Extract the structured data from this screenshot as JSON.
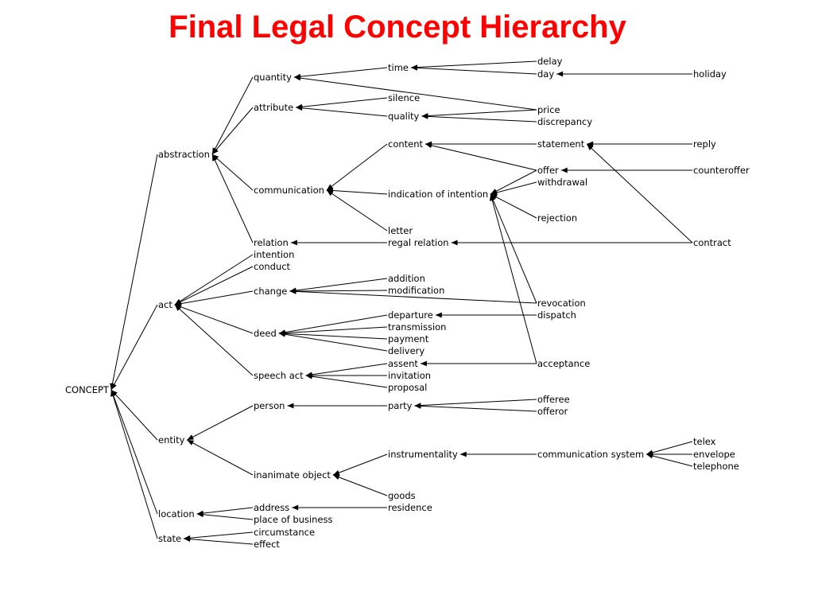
{
  "title": "Final Legal Concept Hierarchy",
  "diagram": {
    "type": "tree",
    "nodes": [
      {
        "id": "CONCEPT",
        "label": "CONCEPT"
      },
      {
        "id": "abstraction",
        "label": "abstraction"
      },
      {
        "id": "act",
        "label": "act"
      },
      {
        "id": "entity",
        "label": "entity"
      },
      {
        "id": "location",
        "label": "location"
      },
      {
        "id": "state",
        "label": "state"
      },
      {
        "id": "quantity",
        "label": "quantity"
      },
      {
        "id": "attribute",
        "label": "attribute"
      },
      {
        "id": "communication",
        "label": "communication"
      },
      {
        "id": "relation",
        "label": "relation"
      },
      {
        "id": "intention",
        "label": "intention"
      },
      {
        "id": "conduct",
        "label": "conduct"
      },
      {
        "id": "change",
        "label": "change"
      },
      {
        "id": "deed",
        "label": "deed"
      },
      {
        "id": "speech_act",
        "label": "speech act"
      },
      {
        "id": "person",
        "label": "person"
      },
      {
        "id": "inanimate_object",
        "label": "inanimate object"
      },
      {
        "id": "address",
        "label": "address"
      },
      {
        "id": "place_of_business",
        "label": "place of business"
      },
      {
        "id": "circumstance",
        "label": "circumstance"
      },
      {
        "id": "effect",
        "label": "effect"
      },
      {
        "id": "time",
        "label": "time"
      },
      {
        "id": "silence",
        "label": "silence"
      },
      {
        "id": "quality",
        "label": "quality"
      },
      {
        "id": "content",
        "label": "content"
      },
      {
        "id": "indication_of_intention",
        "label": "indication of intention"
      },
      {
        "id": "letter",
        "label": "letter"
      },
      {
        "id": "regal_relation",
        "label": "regal relation"
      },
      {
        "id": "addition",
        "label": "addition"
      },
      {
        "id": "modification",
        "label": "modification"
      },
      {
        "id": "departure",
        "label": "departure"
      },
      {
        "id": "transmission",
        "label": "transmission"
      },
      {
        "id": "payment",
        "label": "payment"
      },
      {
        "id": "delivery",
        "label": "delivery"
      },
      {
        "id": "assent",
        "label": "assent"
      },
      {
        "id": "invitation",
        "label": "invitation"
      },
      {
        "id": "proposal",
        "label": "proposal"
      },
      {
        "id": "party",
        "label": "party"
      },
      {
        "id": "instrumentality",
        "label": "instrumentality"
      },
      {
        "id": "goods",
        "label": "goods"
      },
      {
        "id": "residence",
        "label": "residence"
      },
      {
        "id": "delay",
        "label": "delay"
      },
      {
        "id": "day",
        "label": "day"
      },
      {
        "id": "price",
        "label": "price"
      },
      {
        "id": "discrepancy",
        "label": "discrepancy"
      },
      {
        "id": "statement",
        "label": "statement"
      },
      {
        "id": "offer",
        "label": "offer"
      },
      {
        "id": "withdrawal",
        "label": "withdrawal"
      },
      {
        "id": "rejection",
        "label": "rejection"
      },
      {
        "id": "revocation",
        "label": "revocation"
      },
      {
        "id": "dispatch",
        "label": "dispatch"
      },
      {
        "id": "acceptance",
        "label": "acceptance"
      },
      {
        "id": "offeree",
        "label": "offeree"
      },
      {
        "id": "offeror",
        "label": "offeror"
      },
      {
        "id": "communication_system",
        "label": "communication system"
      },
      {
        "id": "holiday",
        "label": "holiday"
      },
      {
        "id": "reply",
        "label": "reply"
      },
      {
        "id": "counteroffer",
        "label": "counteroffer"
      },
      {
        "id": "contract",
        "label": "contract"
      },
      {
        "id": "telex",
        "label": "telex"
      },
      {
        "id": "envelope",
        "label": "envelope"
      },
      {
        "id": "telephone",
        "label": "telephone"
      }
    ],
    "edges": [
      [
        "abstraction",
        "CONCEPT"
      ],
      [
        "act",
        "CONCEPT"
      ],
      [
        "entity",
        "CONCEPT"
      ],
      [
        "location",
        "CONCEPT"
      ],
      [
        "state",
        "CONCEPT"
      ],
      [
        "quantity",
        "abstraction"
      ],
      [
        "attribute",
        "abstraction"
      ],
      [
        "communication",
        "abstraction"
      ],
      [
        "relation",
        "abstraction"
      ],
      [
        "intention",
        "act"
      ],
      [
        "conduct",
        "act"
      ],
      [
        "change",
        "act"
      ],
      [
        "deed",
        "act"
      ],
      [
        "speech_act",
        "act"
      ],
      [
        "person",
        "entity"
      ],
      [
        "inanimate_object",
        "entity"
      ],
      [
        "address",
        "location"
      ],
      [
        "place_of_business",
        "location"
      ],
      [
        "circumstance",
        "state"
      ],
      [
        "effect",
        "state"
      ],
      [
        "time",
        "quantity"
      ],
      [
        "price",
        "quantity"
      ],
      [
        "silence",
        "attribute"
      ],
      [
        "quality",
        "attribute"
      ],
      [
        "content",
        "communication"
      ],
      [
        "indication_of_intention",
        "communication"
      ],
      [
        "letter",
        "communication"
      ],
      [
        "regal_relation",
        "relation"
      ],
      [
        "addition",
        "change"
      ],
      [
        "modification",
        "change"
      ],
      [
        "revocation",
        "change"
      ],
      [
        "departure",
        "deed"
      ],
      [
        "transmission",
        "deed"
      ],
      [
        "payment",
        "deed"
      ],
      [
        "delivery",
        "deed"
      ],
      [
        "assent",
        "speech_act"
      ],
      [
        "invitation",
        "speech_act"
      ],
      [
        "proposal",
        "speech_act"
      ],
      [
        "party",
        "person"
      ],
      [
        "instrumentality",
        "inanimate_object"
      ],
      [
        "goods",
        "inanimate_object"
      ],
      [
        "residence",
        "address"
      ],
      [
        "delay",
        "time"
      ],
      [
        "day",
        "time"
      ],
      [
        "price",
        "quality"
      ],
      [
        "discrepancy",
        "quality"
      ],
      [
        "statement",
        "content"
      ],
      [
        "offer",
        "content"
      ],
      [
        "offer",
        "indication_of_intention"
      ],
      [
        "withdrawal",
        "indication_of_intention"
      ],
      [
        "rejection",
        "indication_of_intention"
      ],
      [
        "revocation",
        "indication_of_intention"
      ],
      [
        "acceptance",
        "indication_of_intention"
      ],
      [
        "contract",
        "regal_relation"
      ],
      [
        "dispatch",
        "departure"
      ],
      [
        "acceptance",
        "assent"
      ],
      [
        "offeree",
        "party"
      ],
      [
        "offeror",
        "party"
      ],
      [
        "communication_system",
        "instrumentality"
      ],
      [
        "holiday",
        "day"
      ],
      [
        "reply",
        "statement"
      ],
      [
        "contract",
        "statement"
      ],
      [
        "counteroffer",
        "offer"
      ],
      [
        "telex",
        "communication_system"
      ],
      [
        "envelope",
        "communication_system"
      ],
      [
        "telephone",
        "communication_system"
      ]
    ]
  },
  "colors": {
    "title": "#ff0000",
    "lines": "#000000",
    "text": "#000000"
  }
}
